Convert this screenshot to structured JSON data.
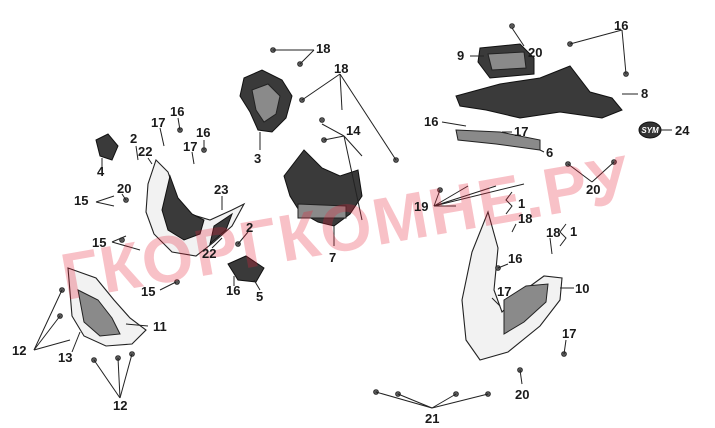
{
  "watermark": "ГКОРГКОМНЕ.РУ",
  "logo": "SYM",
  "callouts": {
    "c1a": "1",
    "c1b": "1",
    "c2a": "2",
    "c2b": "2",
    "c3": "3",
    "c4": "4",
    "c5": "5",
    "c6": "6",
    "c7": "7",
    "c8": "8",
    "c9": "9",
    "c10": "10",
    "c11": "11",
    "c12a": "12",
    "c12b": "12",
    "c13": "13",
    "c14": "14",
    "c15a": "15",
    "c15b": "15",
    "c15c": "15",
    "c16a": "16",
    "c16b": "16",
    "c16c": "16",
    "c16d": "16",
    "c16e": "16",
    "c17a": "17",
    "c17b": "17",
    "c17c": "17",
    "c17d": "17",
    "c17e": "17",
    "c18a": "18",
    "c18b": "18",
    "c18c": "18",
    "c18d": "18",
    "c19": "19",
    "c20a": "20",
    "c20b": "20",
    "c20c": "20",
    "c20d": "20",
    "c21": "21",
    "c22a": "22",
    "c22b": "22",
    "c23": "23",
    "c24": "24"
  }
}
